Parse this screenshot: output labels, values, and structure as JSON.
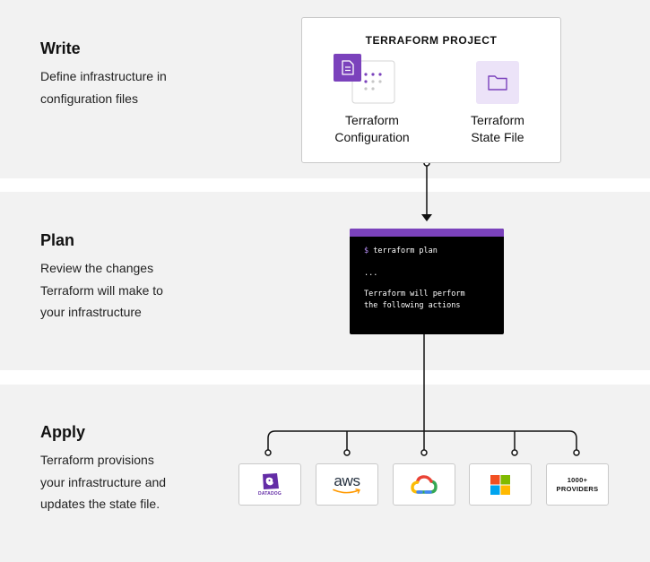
{
  "colors": {
    "brand_purple": "#7b42bc",
    "band_gray": "#f2f2f2",
    "line_dark": "#111111"
  },
  "write": {
    "title": "Write",
    "desc_lines": [
      "Define infrastructure in",
      "configuration files"
    ]
  },
  "plan": {
    "title": "Plan",
    "desc_lines": [
      "Review the changes",
      "Terraform will make to",
      "your infrastructure"
    ]
  },
  "apply": {
    "title": "Apply",
    "desc_lines": [
      "Terraform provisions",
      "your infrastructure and",
      "updates the state file."
    ]
  },
  "project": {
    "title": "TERRAFORM PROJECT",
    "config_label": [
      "Terraform",
      "Configuration"
    ],
    "state_label": [
      "Terraform",
      "State File"
    ],
    "config_icon": "document-icon",
    "state_icon": "folder-icon"
  },
  "terminal": {
    "prompt": "$",
    "command": "terraform plan",
    "ellipsis": "...",
    "output_lines": [
      "Terraform will perform",
      "the following actions"
    ]
  },
  "providers": {
    "datadog": {
      "icon": "datadog-icon",
      "label": "DATADOG"
    },
    "aws": {
      "icon": "aws-icon",
      "label": "aws"
    },
    "gcp": {
      "icon": "google-cloud-icon"
    },
    "azure": {
      "icon": "microsoft-icon"
    },
    "more": {
      "lines": [
        "1000+",
        "PROVIDERS"
      ]
    }
  }
}
